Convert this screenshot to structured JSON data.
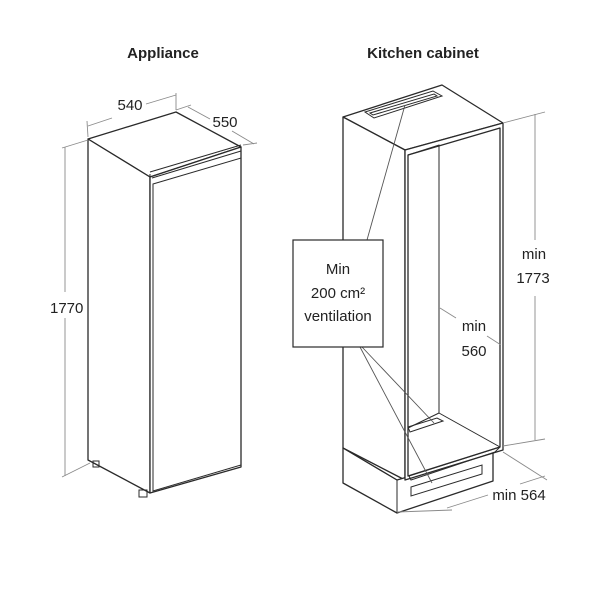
{
  "titles": {
    "appliance": "Appliance",
    "cabinet": "Kitchen cabinet"
  },
  "appliance_dims": {
    "width": "540",
    "depth": "550",
    "height": "1770"
  },
  "cabinet_dims": {
    "height_label": "min",
    "height_value": "1773",
    "depth_label": "min",
    "depth_value": "560",
    "width_text": "min 564"
  },
  "callout": {
    "line1": "Min",
    "line2": "200 cm²",
    "line3": "ventilation"
  },
  "colors": {
    "line": "#2a2a2a",
    "dimension": "#8a8a8a"
  }
}
